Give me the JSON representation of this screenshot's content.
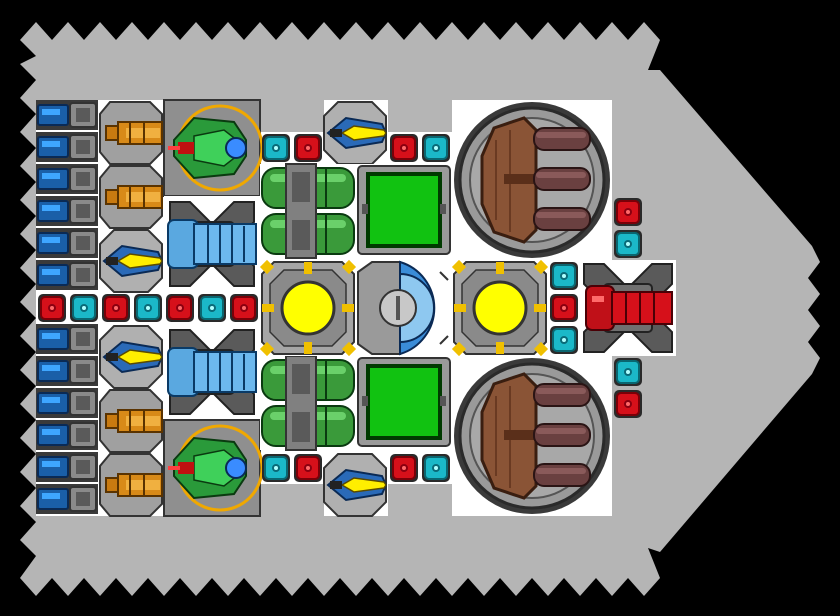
{
  "game": {
    "view": "ship-layout-editor",
    "colors": {
      "background": "#000000",
      "hull": "#b5b5b5",
      "panel": "#ffffff",
      "connector_red": "#d6101a",
      "connector_cyan": "#1bb8c8",
      "tank_green": "#3a9a3a",
      "screen_green": "#11c211",
      "reactor_yellow": "#ffff00",
      "wood_brown": "#8a5436",
      "steel": "#7a7a7a",
      "trim_orange": "#f0a800"
    },
    "modules": [
      {
        "name": "battery-stack",
        "icon": "battery-icon",
        "count": 12
      },
      {
        "name": "orange-thruster",
        "icon": "thruster-icon",
        "count": 4
      },
      {
        "name": "blue-yellow-engine",
        "icon": "engine-icon",
        "count": 4
      },
      {
        "name": "green-gyro",
        "icon": "gyro-icon",
        "count": 2
      },
      {
        "name": "blue-turret",
        "icon": "turret-icon",
        "count": 2
      },
      {
        "name": "green-tank-pair",
        "icon": "tank-icon",
        "count": 2
      },
      {
        "name": "green-screen",
        "icon": "screen-icon",
        "count": 2
      },
      {
        "name": "reactor-core",
        "icon": "reactor-icon",
        "count": 2
      },
      {
        "name": "cockpit",
        "icon": "cockpit-icon",
        "count": 1
      },
      {
        "name": "wooden-hangar",
        "icon": "hangar-icon",
        "count": 2
      },
      {
        "name": "red-cannon",
        "icon": "cannon-icon",
        "count": 1
      },
      {
        "name": "connector-red",
        "icon": "red-connector-icon",
        "count": 11
      },
      {
        "name": "connector-cyan",
        "icon": "cyan-connector-icon",
        "count": 10
      }
    ]
  }
}
